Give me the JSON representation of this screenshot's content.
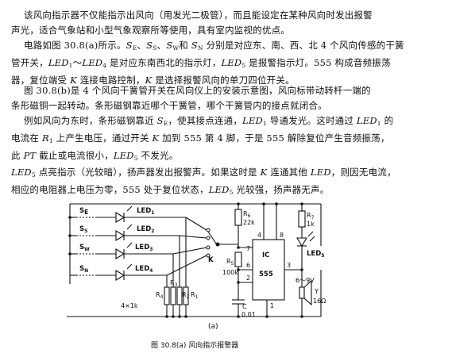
{
  "text": {
    "p1_line1": "该风向指示器不仅能指示出风向（用发光二极管），而且能设定在某种风向时发出报警",
    "p1_line2": "声光，适合气象站和小型气象观察所等使用，具有室内监视的优点。",
    "p2_line1": "电路如图 30.8(a)所示。S_E、S_S、S_W和 S_N 分别是对应东、南、西、北 4 个风向传感的干簧",
    "p2_line2": "管开关，LED_1～LED_4 是对应东南西北的指示灯，LED_5 是报警指示灯。555 构成音频振荡",
    "p2_line3": "器，复位端受 K 连接电路控制，K 是选择报警风向的单刀四位开关。",
    "p3_line1": "图 30.8(b)是 4 个风向干簧管开关在风向仪上的安装示意图，风向标带动转杆一端的",
    "p3_line2": "条形磁铜一起转动。条形磁钢靠近哪个干簧管，哪个干簧管内的接点就闭合。",
    "p4_line1": "例如风向为东时，条形磁钢靠近 S_E，使其接点连通，LED_1 导通发光。这时通过 LED_1 的",
    "p4_line2": "电流在 R_1 上产生电压，通过开关 K 加到 555 第 4 脚，于是 555 解除复位产生音频振荡，",
    "p4_line3": "此 PT 截止或电流很小，LED_5 不发光。",
    "p5_line1": "LED_5 点亮指示（光较暗），扬声器发出报警声。如果这时是 K 连通其他 LED，则因无电流，",
    "p5_line2": "相应的电阻器上电压为零，555 处于复位状态，LED_5 光较强，扬声器无声。"
  },
  "circuit": {
    "switches": [
      "S_E",
      "S_S",
      "S_W",
      "S_N"
    ],
    "leds": [
      "LED_1",
      "LED_2",
      "LED_3",
      "LED_4"
    ],
    "led5": "LED_5",
    "resistor_group": [
      "R_4",
      "R_3",
      "R_2",
      "R_1"
    ],
    "resistor_group_value": "4×1k",
    "k_label": "K",
    "r6_label": "R_6",
    "r6_value": "22k",
    "r5_label": "R_5",
    "r5_value": "100k",
    "r7_label": "R_7",
    "r7_value": "1k",
    "ic_label": "IC",
    "ic_number": "555",
    "pins": [
      "4",
      "8",
      "7",
      "3",
      "6",
      "2",
      "1"
    ],
    "c_label": "C",
    "c_value": "0.01",
    "supply": "6～9V",
    "speaker_label": "Y",
    "speaker_value": "16Ω",
    "subfig_label": "(a)",
    "caption": "图 30.8(a)   风向指示报警器"
  }
}
